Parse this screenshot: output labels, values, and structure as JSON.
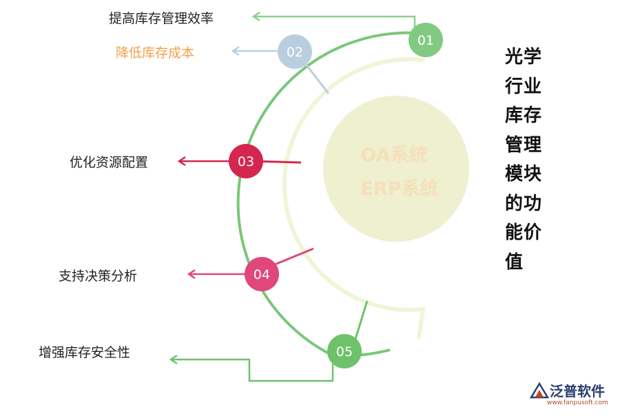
{
  "title": "光学行业库存管理模块的功能价值",
  "center": {
    "line1": "OA系统",
    "line2": "ERP系统"
  },
  "items": [
    {
      "num": "01",
      "label": "提高库存管理效率",
      "color": "#82c982",
      "label_color": "#222222"
    },
    {
      "num": "02",
      "label": "降低库存成本",
      "color": "#b9cfe0",
      "label_color": "#f2a04a"
    },
    {
      "num": "03",
      "label": "优化资源配置",
      "color": "#d4264f",
      "label_color": "#222222"
    },
    {
      "num": "04",
      "label": "支持决策分析",
      "color": "#e0477a",
      "label_color": "#222222"
    },
    {
      "num": "05",
      "label": "增强库存安全性",
      "color": "#6ec26a",
      "label_color": "#222222"
    }
  ],
  "colors": {
    "arc": "#7ac77b",
    "inner_arc": "#f1f5d8",
    "center_fill": "#eef0d0",
    "center_text": "#f6dfb8"
  },
  "logo": {
    "name": "泛普软件",
    "url": "www.fanpusoft.com"
  }
}
